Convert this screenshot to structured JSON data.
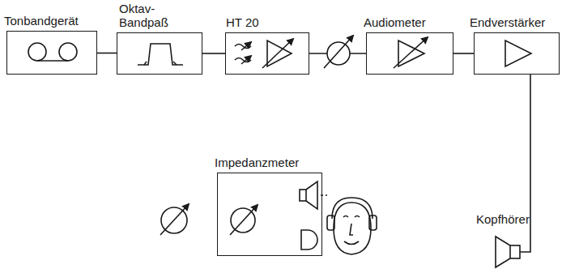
{
  "diagram": {
    "nodes": [
      {
        "text": [
          "Tonbandgerät"
        ]
      },
      {
        "text": [
          "Oktav- Bandpaß"
        ]
      },
      {
        "text": [
          "HT 20"
        ]
      },
      {
        "text": [
          "Audiometer"
        ]
      },
      {
        "text": [
          "Endverstärker"
        ]
      },
      {
        "text": [
          "Impedanzmeter"
        ]
      }
    ],
    "edges": [
      {
        "from": 0,
        "to": 1,
        "arrow": "none"
      },
      {
        "from": 1,
        "to": 2,
        "arrow": "none"
      },
      {
        "from": 2,
        "to": 3,
        "arrow": "none"
      },
      {
        "from": 3,
        "to": 4,
        "arrow": "none"
      }
    ],
    "labels": [
      "Kopfhörer"
    ]
  }
}
